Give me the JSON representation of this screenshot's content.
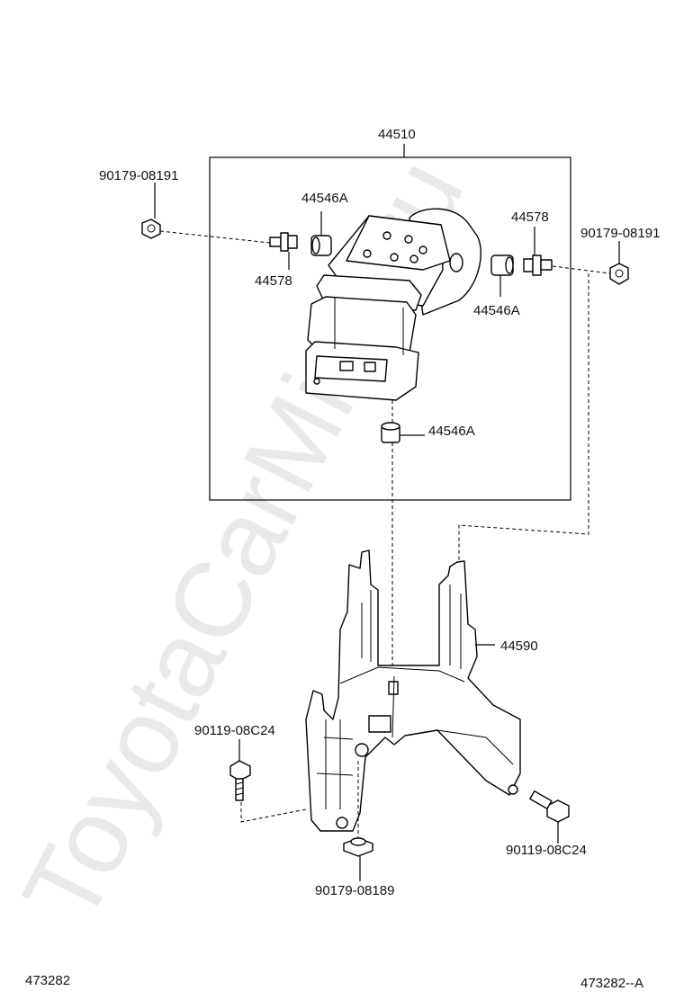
{
  "watermark": "ToyotaCarMine.ru",
  "labels": {
    "assembly": "44510",
    "nut_left": "90179-08191",
    "nut_right": "90179-08191",
    "cushion_top_left": "44546A",
    "cushion_right": "44546A",
    "cushion_bottom": "44546A",
    "bolt_left": "44578",
    "bolt_right": "44578",
    "bracket": "44590",
    "bolt_bracket_left": "90119-08C24",
    "bolt_bracket_right": "90119-08C24",
    "nut_bottom": "90179-08189"
  },
  "footer": {
    "left": "473282",
    "right": "473282--A"
  }
}
